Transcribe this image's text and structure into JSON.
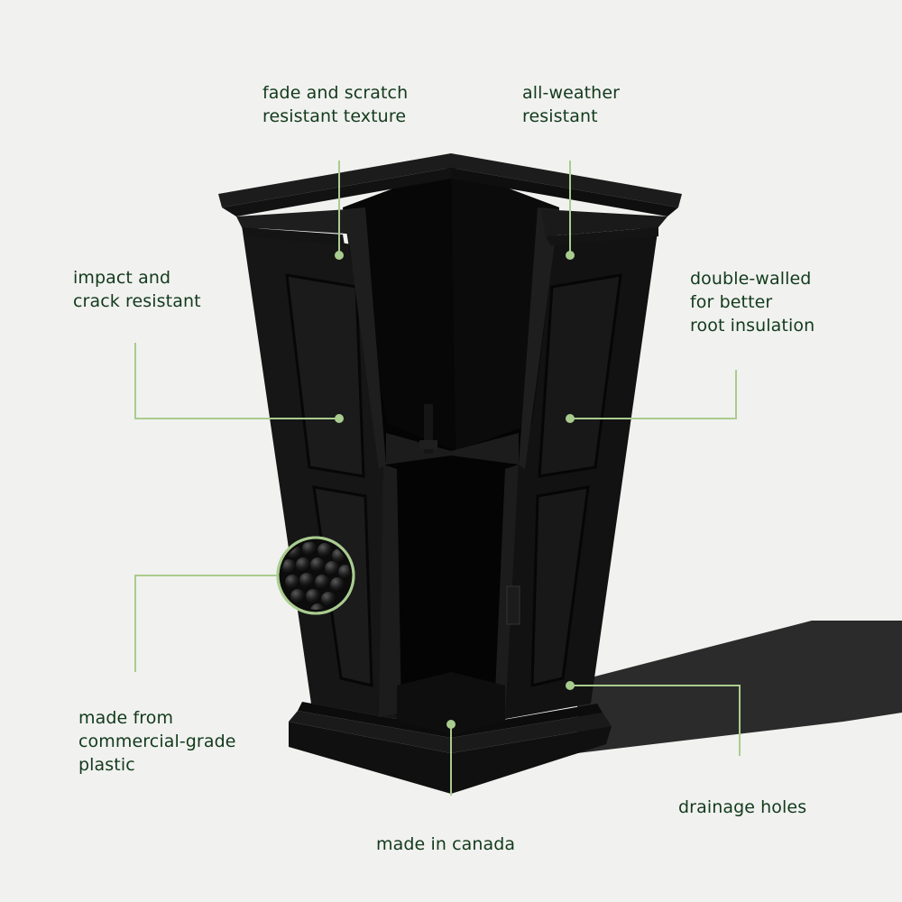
{
  "colors": {
    "background": "#f1f1ef",
    "label_text": "#123a1c",
    "callout_line": "#a9cc8f",
    "planter": "#141414",
    "shadow": "#2b2b2b"
  },
  "callouts": {
    "fade": {
      "lines": [
        "fade and scratch",
        "resistant texture"
      ]
    },
    "weather": {
      "lines": [
        "all-weather",
        "resistant"
      ]
    },
    "impact": {
      "lines": [
        "impact and",
        "crack resistant"
      ]
    },
    "double": {
      "lines": [
        "double-walled",
        "for better",
        "root insulation"
      ]
    },
    "plastic": {
      "lines": [
        "made from",
        "commercial-grade",
        "plastic"
      ]
    },
    "drainage": {
      "lines": [
        "drainage holes"
      ]
    },
    "canada": {
      "lines": [
        "made in canada"
      ]
    }
  }
}
